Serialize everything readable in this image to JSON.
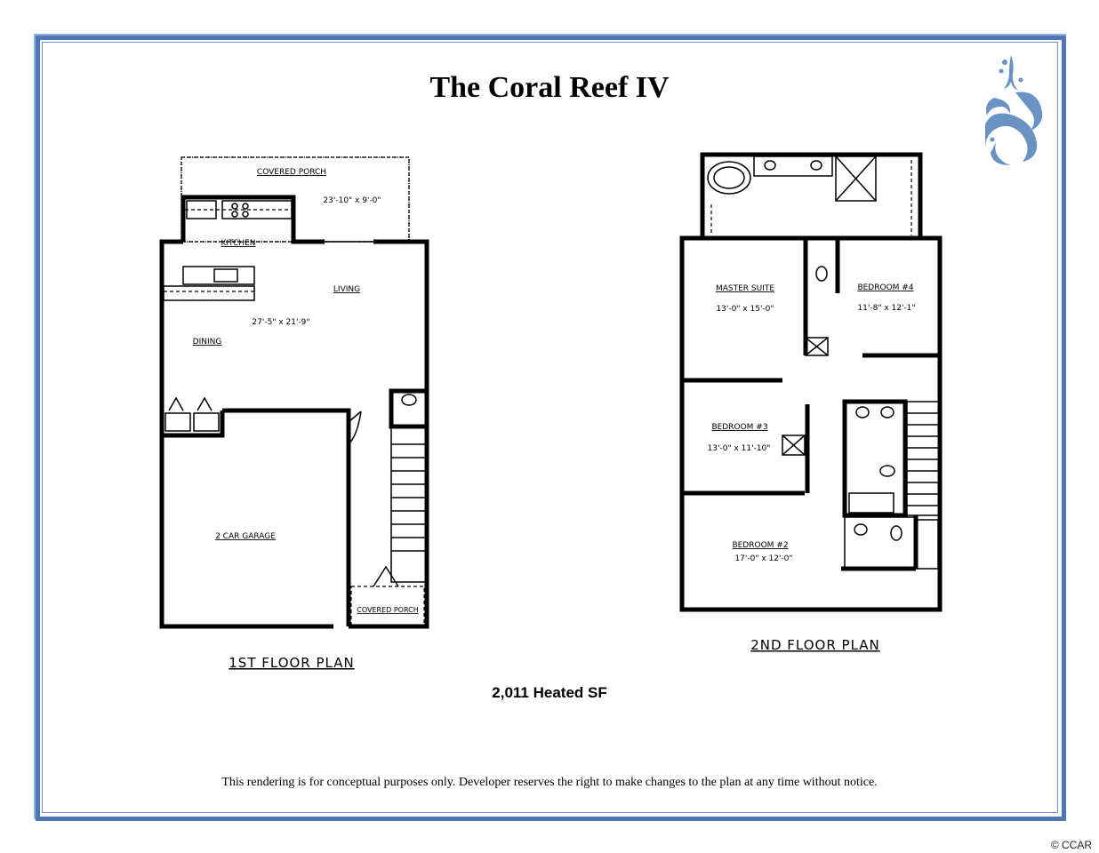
{
  "title": "The Coral Reef IV",
  "heated_sf": "2,011 Heated SF",
  "disclaimer": "This rendering is for conceptual purposes only.  Developer reserves the right to make changes to the plan at any time without notice.",
  "copyright": "© CCAR",
  "colors": {
    "frame": "#4f77b3",
    "logo": "#6a93c4"
  },
  "first_floor": {
    "caption": "1ST FLOOR PLAN",
    "rooms": {
      "covered_porch_rear": "COVERED PORCH",
      "porch_dim": "23'-10\" x 9'-0\"",
      "kitchen": "KITCHEN",
      "living": "LIVING",
      "living_dim": "27'-5\" x 21'-9\"",
      "dining": "DINING",
      "garage": "2 CAR GARAGE",
      "covered_porch_front": "COVERED PORCH"
    }
  },
  "second_floor": {
    "caption": "2ND FLOOR PLAN",
    "rooms": {
      "master": "MASTER SUITE",
      "master_dim": "13'-0\" x 15'-0\"",
      "bed4": "BEDROOM #4",
      "bed4_dim": "11'-8\" x 12'-1\"",
      "bed3": "BEDROOM #3",
      "bed3_dim": "13'-0\" x 11'-10\"",
      "bed2": "BEDROOM #2",
      "bed2_dim": "17'-0\" x 12'-0\""
    }
  }
}
